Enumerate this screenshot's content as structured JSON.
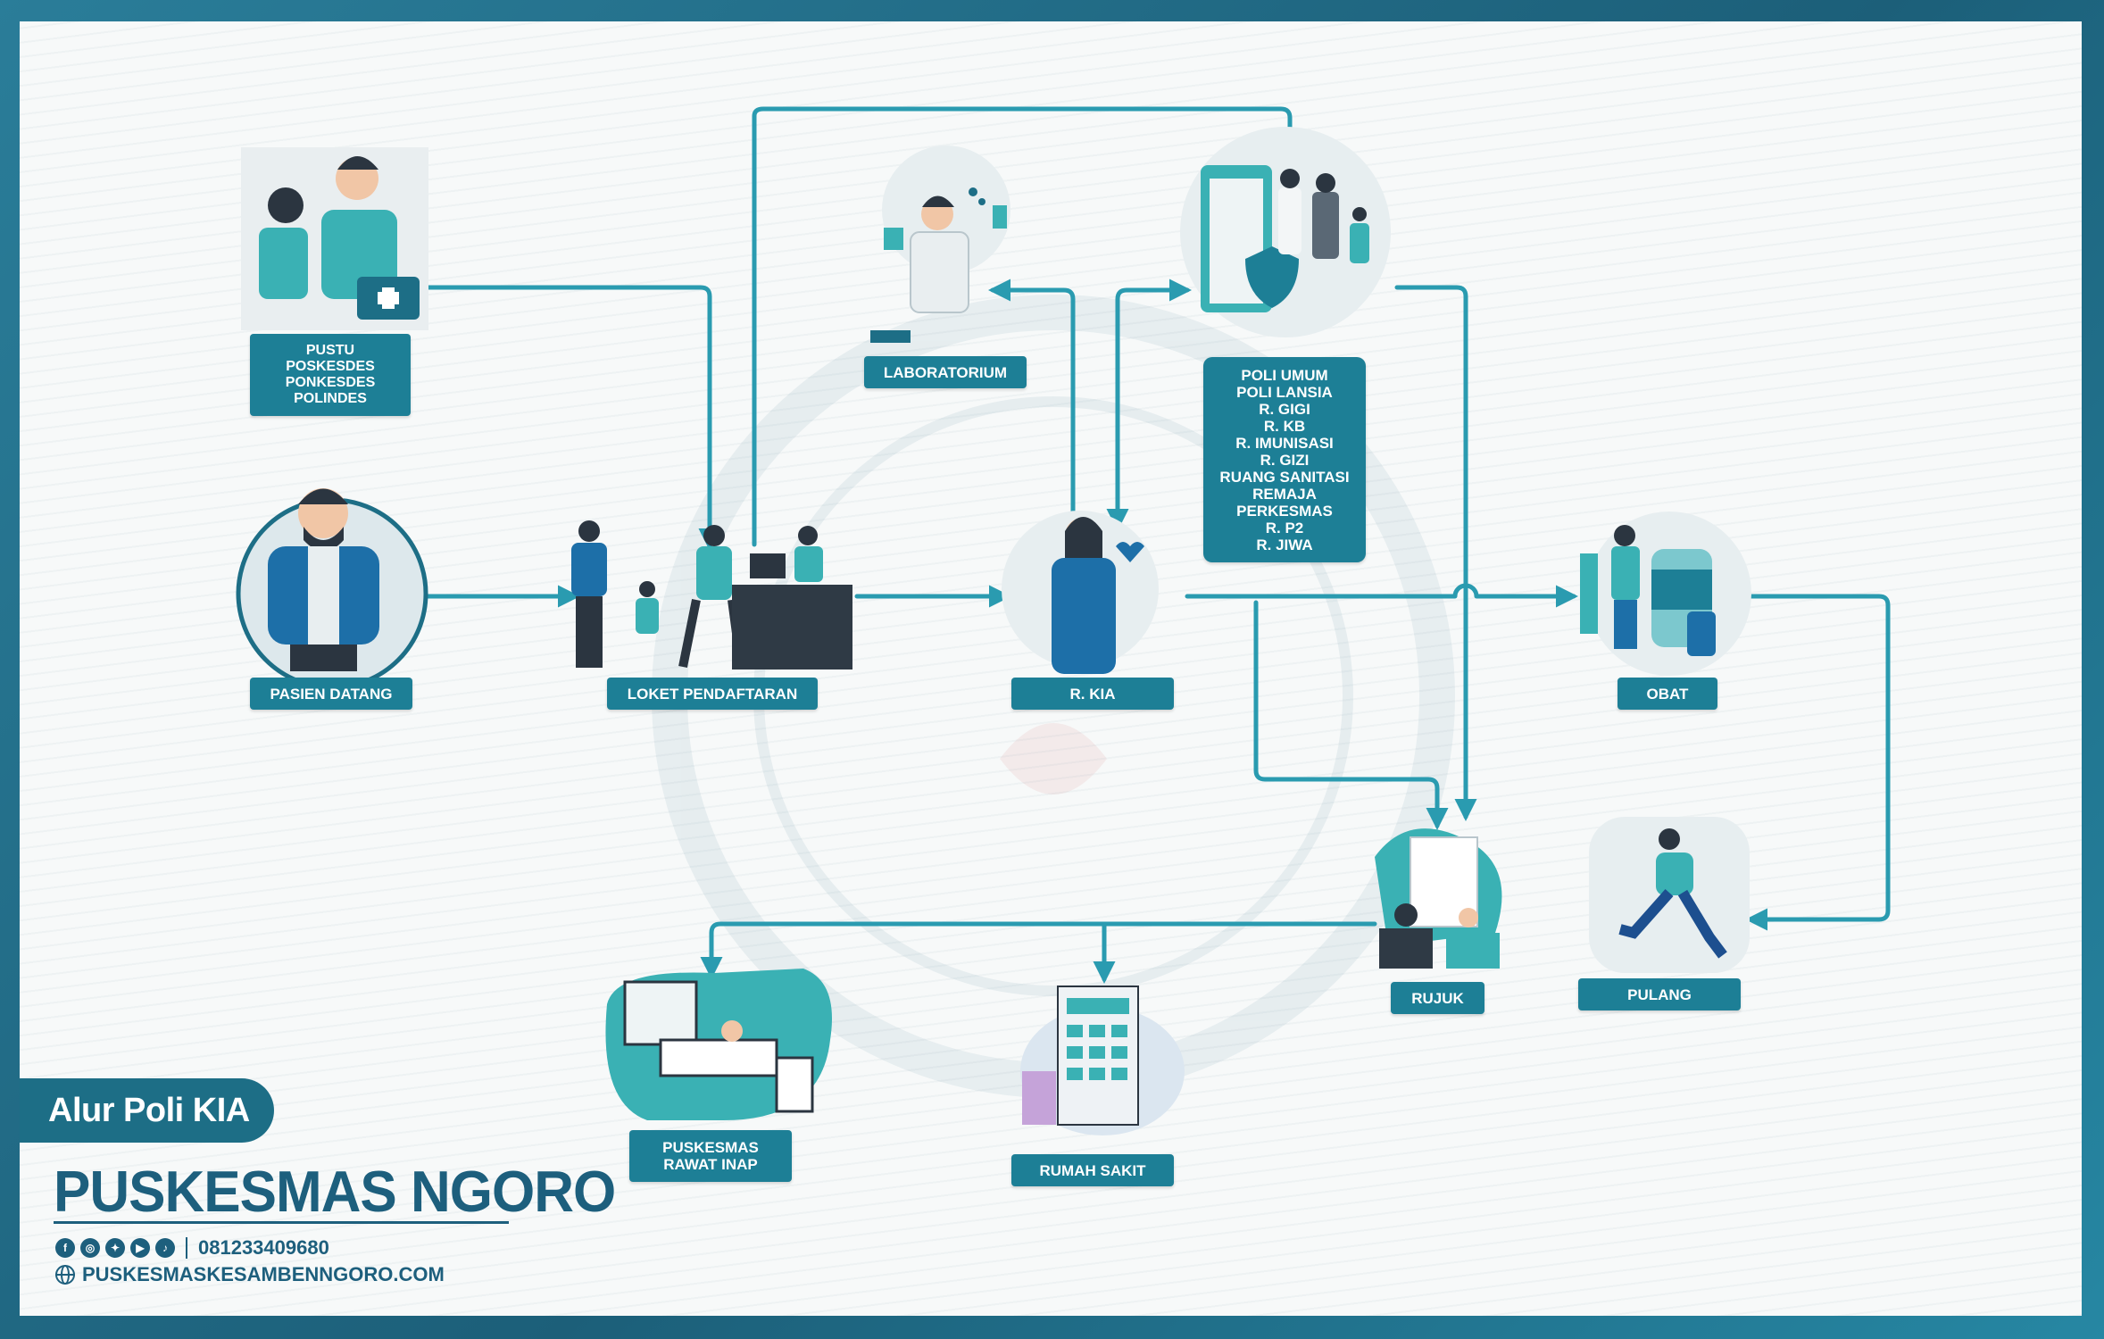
{
  "title": "PUSKESMAS NGORO",
  "subtitle": "Alur Poli KIA",
  "phone": "081233409680",
  "website": "PUSKESMASKESAMBENNGORO.COM",
  "social_icons": [
    "facebook-icon",
    "instagram-icon",
    "twitter-icon",
    "youtube-icon",
    "tiktok-icon"
  ],
  "colors": {
    "accent": "#1d7f96",
    "line": "#2a9bb0",
    "dark": "#1d5f7d",
    "frame": "#1f6f87"
  },
  "nodes": {
    "pustu": [
      "PUSTU",
      "POSKESDES",
      "PONKESDES",
      "POLINDES"
    ],
    "pasien_datang": "PASIEN DATANG",
    "loket": "LOKET PENDAFTARAN",
    "laboratorium": "LABORATORIUM",
    "r_kia": "R. KIA",
    "poli": [
      "POLI UMUM",
      "POLI LANSIA",
      "R. GIGI",
      "R. KB",
      "R. IMUNISASI",
      "R. GIZI",
      "RUANG SANITASI",
      "REMAJA",
      "PERKESMAS",
      "R. P2",
      "R. JIWA"
    ],
    "obat": "OBAT",
    "rujuk": "RUJUK",
    "pulang": "PULANG",
    "rawat_inap": [
      "PUSKESMAS",
      "RAWAT INAP"
    ],
    "rumah_sakit": "RUMAH SAKIT"
  }
}
